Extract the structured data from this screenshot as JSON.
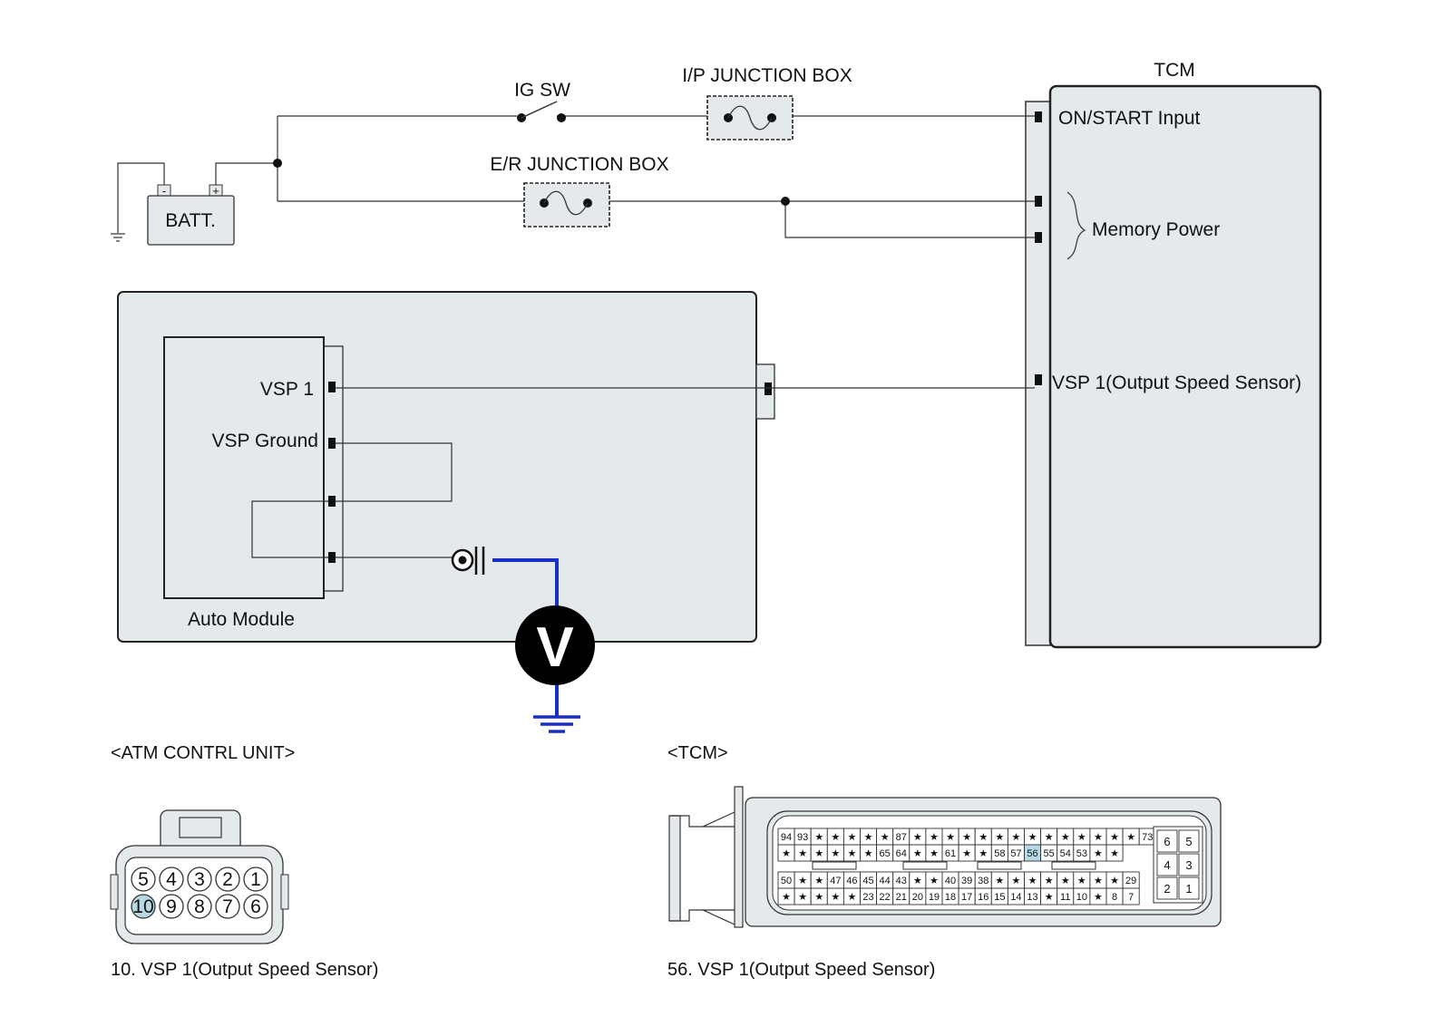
{
  "labels": {
    "ig_sw": "IG SW",
    "ip_junction_box": "I/P JUNCTION BOX",
    "er_junction_box": "E/R JUNCTION BOX",
    "tcm": "TCM",
    "batt": "BATT.",
    "batt_minus": "-",
    "batt_plus": "+",
    "on_start_input": "ON/START Input",
    "memory_power": "Memory Power",
    "vsp1_output": "VSP 1(Output Speed Sensor)",
    "vsp1": "VSP 1",
    "vsp_ground": "VSP Ground",
    "auto_module": "Auto Module",
    "voltmeter": "V"
  },
  "connectors": {
    "atm_title": "<ATM CONTRL UNIT>",
    "atm_top_pins": [
      "5",
      "4",
      "3",
      "2",
      "1"
    ],
    "atm_bottom_pins": [
      "10",
      "9",
      "8",
      "7",
      "6"
    ],
    "atm_highlight_pin": "10",
    "atm_caption": "10. VSP 1(Output Speed Sensor)",
    "tcm_title": "<TCM>",
    "tcm_row1": [
      "94",
      "93",
      "★",
      "★",
      "★",
      "★",
      "★",
      "87",
      "★",
      "★",
      "★",
      "★",
      "★",
      "★",
      "★",
      "★",
      "★",
      "★",
      "★",
      "★",
      "★",
      "★",
      "73"
    ],
    "tcm_row2": [
      "★",
      "★",
      "★",
      "★",
      "★",
      "★",
      "65",
      "64",
      "★",
      "★",
      "61",
      "★",
      "★",
      "58",
      "57",
      "56",
      "55",
      "54",
      "53",
      "★",
      "★"
    ],
    "tcm_row3": [
      "50",
      "★",
      "★",
      "47",
      "46",
      "45",
      "44",
      "43",
      "★",
      "★",
      "40",
      "39",
      "38",
      "★",
      "★",
      "★",
      "★",
      "★",
      "★",
      "★",
      "★",
      "29"
    ],
    "tcm_row4": [
      "★",
      "★",
      "★",
      "★",
      "★",
      "23",
      "22",
      "21",
      "20",
      "19",
      "18",
      "17",
      "16",
      "15",
      "14",
      "13",
      "★",
      "11",
      "10",
      "★",
      "8",
      "7"
    ],
    "tcm_side_pins": [
      [
        "6",
        "5"
      ],
      [
        "4",
        "3"
      ],
      [
        "2",
        "1"
      ]
    ],
    "tcm_highlight_pin": "56",
    "tcm_caption": "56. VSP 1(Output Speed Sensor)"
  },
  "colors": {
    "module_fill": "#e4e9ec",
    "wire": "#333333",
    "meter_lead": "#1a2fc4",
    "pin_highlight": "#b9d8e6"
  }
}
